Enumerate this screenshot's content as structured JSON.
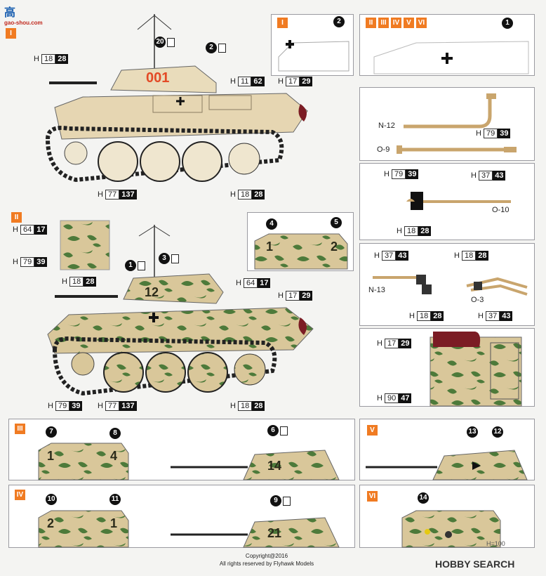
{
  "logo": {
    "main": "高",
    "sub": "gao-shou.com"
  },
  "colors": {
    "sand": "#e3d2ab",
    "green": "#4d7a3a",
    "red": "#7b1c24",
    "orange": "#f07b22"
  },
  "panels": {
    "I_main": {
      "tag": "I",
      "numbers": [
        "20",
        "2"
      ],
      "turret_number": "001",
      "callouts": [
        {
          "h": "H",
          "a": "18",
          "b": "28"
        },
        {
          "h": "H",
          "a": "11",
          "b": "62"
        },
        {
          "h": "H",
          "a": "17",
          "b": "29"
        },
        {
          "h": "H",
          "a": "77",
          "b": "137"
        },
        {
          "h": "H",
          "a": "18",
          "b": "28"
        }
      ]
    },
    "I_detail": {
      "tag": "I",
      "number": "2"
    },
    "II_VI_detail": {
      "tags": [
        "II",
        "III",
        "IV",
        "V",
        "VI"
      ],
      "number": "1"
    },
    "parts1": {
      "labels": [
        "N-12",
        "O-9"
      ],
      "callouts": [
        {
          "h": "H",
          "a": "79",
          "b": "39"
        }
      ]
    },
    "parts2": {
      "label": "O-10",
      "callouts": [
        {
          "h": "H",
          "a": "79",
          "b": "39"
        },
        {
          "h": "H",
          "a": "37",
          "b": "43"
        },
        {
          "h": "H",
          "a": "18",
          "b": "28"
        }
      ]
    },
    "II_main": {
      "tag": "II",
      "numbers": [
        "1",
        "3"
      ],
      "turret_number": "12",
      "callouts": [
        {
          "h": "H",
          "a": "64",
          "b": "17"
        },
        {
          "h": "H",
          "a": "79",
          "b": "39"
        },
        {
          "h": "H",
          "a": "18",
          "b": "28"
        },
        {
          "h": "H",
          "a": "64",
          "b": "17"
        },
        {
          "h": "H",
          "a": "17",
          "b": "29"
        },
        {
          "h": "H",
          "a": "79",
          "b": "39"
        },
        {
          "h": "H",
          "a": "77",
          "b": "137"
        },
        {
          "h": "H",
          "a": "18",
          "b": "28"
        }
      ]
    },
    "II_detail": {
      "numbers": [
        "4",
        "5"
      ],
      "rear_numbers": [
        "1",
        "2"
      ]
    },
    "parts3": {
      "labels": [
        "N-13",
        "O-3"
      ],
      "callouts": [
        {
          "h": "H",
          "a": "37",
          "b": "43"
        },
        {
          "h": "H",
          "a": "18",
          "b": "28"
        },
        {
          "h": "H",
          "a": "18",
          "b": "28"
        },
        {
          "h": "H",
          "a": "37",
          "b": "43"
        }
      ]
    },
    "parts4": {
      "callouts": [
        {
          "h": "H",
          "a": "17",
          "b": "29"
        },
        {
          "h": "H",
          "a": "90",
          "b": "47"
        }
      ]
    },
    "III": {
      "tag": "III",
      "numbers": [
        "7",
        "8",
        "6"
      ],
      "rear_numbers": [
        "1",
        "4"
      ],
      "turret_number": "14"
    },
    "V": {
      "tag": "V",
      "numbers": [
        "13",
        "12"
      ]
    },
    "IV": {
      "tag": "IV",
      "numbers": [
        "10",
        "11",
        "9"
      ],
      "rear_numbers": [
        "2",
        "1"
      ],
      "turret_number": "21"
    },
    "VI": {
      "tag": "VI",
      "number": "14",
      "corner_text": "H=100"
    }
  },
  "footer": {
    "copyright": "Copyright@2016",
    "rights": "All rights reserved by Flyhawk Models"
  },
  "watermark": {
    "brand": "HOBBY SEARCH"
  }
}
